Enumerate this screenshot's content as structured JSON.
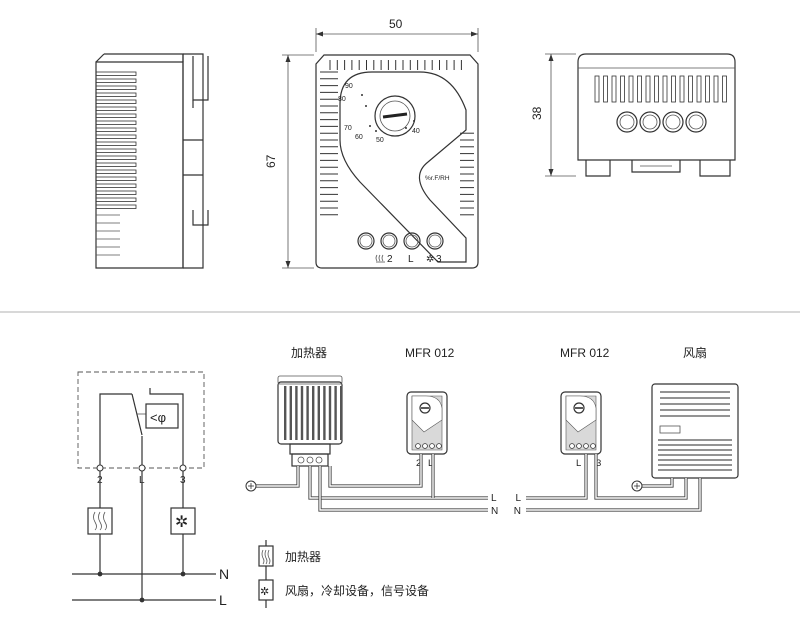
{
  "dims": {
    "width": "50",
    "height": "67",
    "depth": "38"
  },
  "front": {
    "dial_labels": [
      "90",
      "80",
      "70",
      "60",
      "50",
      "40"
    ],
    "unit_label": "%r.F/RH",
    "terminal_labels": {
      "heater": "2",
      "line": "L",
      "fan": "3"
    }
  },
  "wiring_left": {
    "terminals": [
      "2",
      "L",
      "3"
    ],
    "lines": {
      "n": "N",
      "l": "L"
    }
  },
  "wiring_heater": {
    "device_label": "加热器",
    "controller_label": "MFR 012",
    "controller_terminals": [
      "2",
      "L"
    ],
    "lines": {
      "l": "L",
      "n": "N"
    }
  },
  "wiring_fan": {
    "controller_label": "MFR 012",
    "device_label": "风扇",
    "controller_terminals": [
      "L",
      "3"
    ],
    "lines": {
      "l": "L",
      "n": "N"
    }
  },
  "legend": {
    "heater": "加热器",
    "fan": "风扇，冷却设备，信号设备"
  }
}
